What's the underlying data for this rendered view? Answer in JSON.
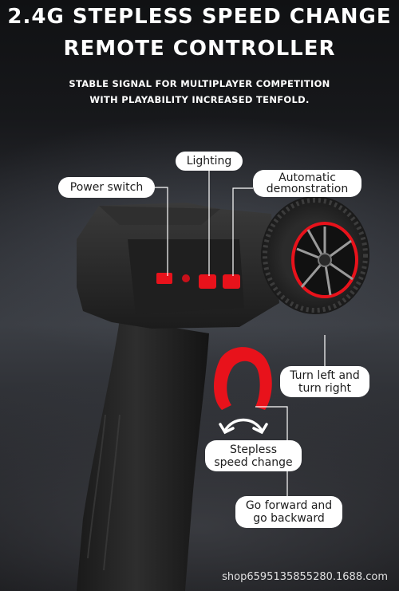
{
  "headline": {
    "line1": "2.4G STEPLESS SPEED CHANGE",
    "line2": "REMOTE CONTROLLER"
  },
  "subhead": {
    "line1": "STABLE SIGNAL FOR MULTIPLAYER COMPETITION",
    "line2": "WITH PLAYABILITY INCREASED TENFOLD."
  },
  "callouts": {
    "power_switch": "Power switch",
    "lighting": "Lighting",
    "automatic_line1": "Automatic",
    "automatic_line2": "demonstration",
    "turn_line1": "Turn left and",
    "turn_line2": "turn right",
    "speed_line1": "Stepless",
    "speed_line2": "speed change",
    "go_line1": "Go forward and",
    "go_line2": "go backward"
  },
  "watermark": "shop6595135855280.1688.com",
  "colors": {
    "background": "#2a2c31",
    "controller_body": "#262626",
    "accent_red": "#e8121b",
    "label_bg": "#ffffff",
    "leader_line": "#ffffff"
  },
  "icons": [
    "curved-double-arrow-icon",
    "steering-wheel-icon",
    "trigger-icon"
  ]
}
